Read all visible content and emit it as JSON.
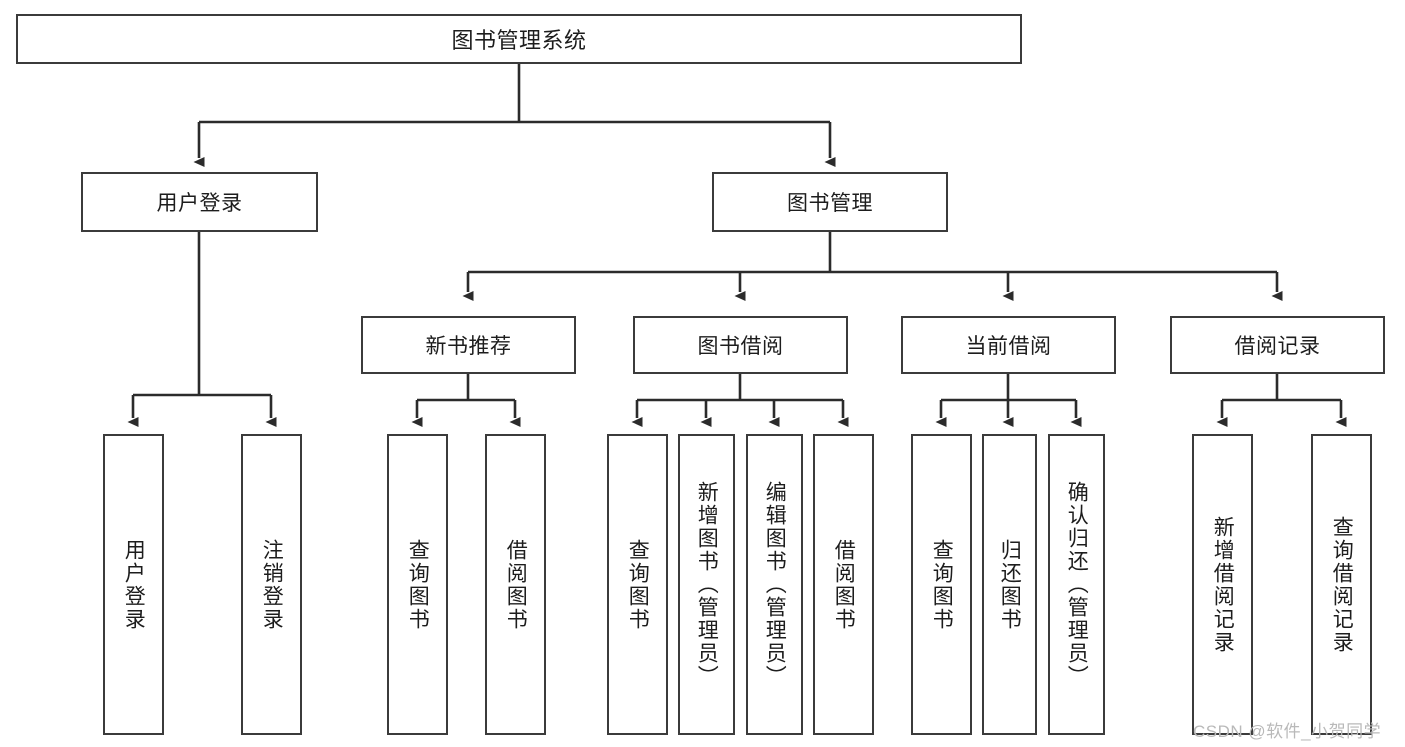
{
  "diagram": {
    "type": "hierarchy-tree",
    "title": "图书管理系统",
    "colors": {
      "box_border": "#3b3b3b",
      "box_fill": "#ffffff",
      "connector": "#2b2b2b",
      "text": "#1d1d1d",
      "watermark": "#b9b9b9",
      "background": "#ffffff"
    },
    "root": {
      "label": "图书管理系统"
    },
    "level2": [
      {
        "label": "用户登录"
      },
      {
        "label": "图书管理"
      }
    ],
    "level3": [
      {
        "label": "新书推荐"
      },
      {
        "label": "图书借阅"
      },
      {
        "label": "当前借阅"
      },
      {
        "label": "借阅记录"
      }
    ],
    "leaves": {
      "user_login": [
        {
          "label": "用户登录"
        },
        {
          "label": "注销登录"
        }
      ],
      "new_book_recommend": [
        {
          "label": "查询图书"
        },
        {
          "label": "借阅图书"
        }
      ],
      "book_borrow": [
        {
          "label": "查询图书"
        },
        {
          "label": "新增图书（管理员）"
        },
        {
          "label": "编辑图书（管理员）"
        },
        {
          "label": "借阅图书"
        }
      ],
      "current_borrow": [
        {
          "label": "查询图书"
        },
        {
          "label": "归还图书"
        },
        {
          "label": "确认归还（管理员）"
        }
      ],
      "borrow_record": [
        {
          "label": "新增借阅记录"
        },
        {
          "label": "查询借阅记录"
        }
      ]
    }
  },
  "watermark": {
    "text": "CSDN @软件_小贺同学"
  }
}
